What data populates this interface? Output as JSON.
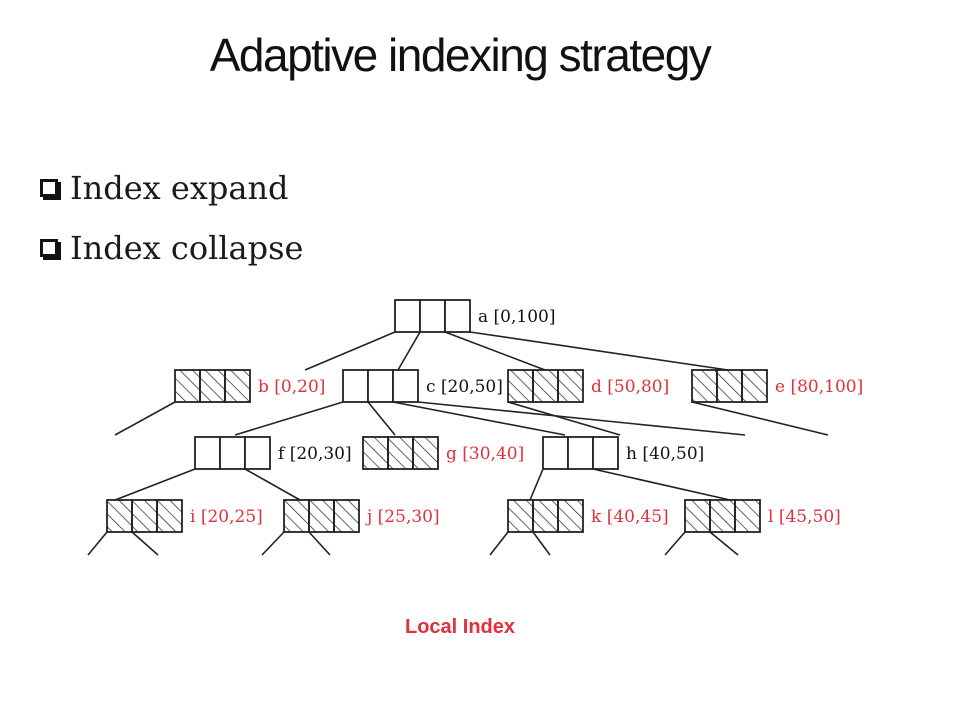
{
  "title": "Adaptive indexing strategy",
  "bullets": [
    {
      "label": "Index expand"
    },
    {
      "label": "Index collapse"
    }
  ],
  "colors": {
    "highlight": "#e0303a",
    "normal": "#111111"
  },
  "tree": {
    "nodes": [
      {
        "id": "a",
        "label": "a [0,100]",
        "hatched": false,
        "highlight": false
      },
      {
        "id": "b",
        "label": "b [0,20]",
        "hatched": true,
        "highlight": true
      },
      {
        "id": "c",
        "label": "c [20,50]",
        "hatched": false,
        "highlight": false
      },
      {
        "id": "d",
        "label": "d [50,80]",
        "hatched": true,
        "highlight": true
      },
      {
        "id": "e",
        "label": "e [80,100]",
        "hatched": true,
        "highlight": true
      },
      {
        "id": "f",
        "label": "f [20,30]",
        "hatched": false,
        "highlight": false
      },
      {
        "id": "g",
        "label": "g [30,40]",
        "hatched": true,
        "highlight": true
      },
      {
        "id": "h",
        "label": "h [40,50]",
        "hatched": false,
        "highlight": false
      },
      {
        "id": "i",
        "label": "i [20,25]",
        "hatched": true,
        "highlight": true
      },
      {
        "id": "j",
        "label": "j [25,30]",
        "hatched": true,
        "highlight": true
      },
      {
        "id": "k",
        "label": "k [40,45]",
        "hatched": true,
        "highlight": true
      },
      {
        "id": "l",
        "label": "l [45,50]",
        "hatched": true,
        "highlight": true
      }
    ]
  },
  "caption": "Local Index"
}
